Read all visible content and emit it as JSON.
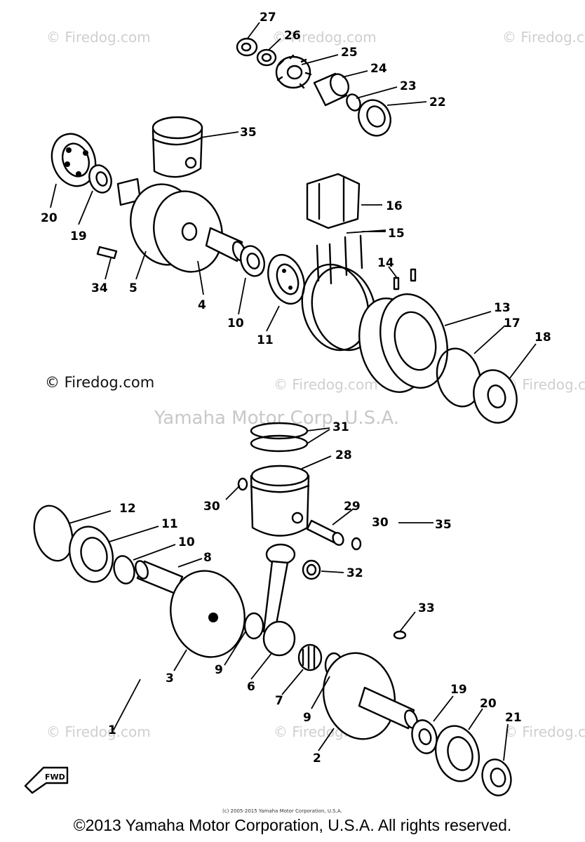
{
  "watermarks": {
    "firedog": "© Firedog.com",
    "firedog_center": "© Firedog.com",
    "yamaha": "Yamaha Motor Corp. U.S.A."
  },
  "labels": {
    "p1": "1",
    "p2": "2",
    "p3": "3",
    "p4": "4",
    "p5": "5",
    "p6": "6",
    "p7": "7",
    "p8": "8",
    "p9a": "9",
    "p9b": "9",
    "p10a": "10",
    "p10b": "10",
    "p11a": "11",
    "p11b": "11",
    "p12": "12",
    "p13": "13",
    "p14": "14",
    "p15": "15",
    "p16": "16",
    "p17": "17",
    "p18": "18",
    "p19a": "19",
    "p19b": "19",
    "p20a": "20",
    "p20b": "20",
    "p21": "21",
    "p22": "22",
    "p23": "23",
    "p24": "24",
    "p25": "25",
    "p26": "26",
    "p27": "27",
    "p28": "28",
    "p29": "29",
    "p30a": "30",
    "p30b": "30",
    "p31": "31",
    "p32": "32",
    "p33": "33",
    "p34": "34",
    "p35a": "35",
    "p35b": "35"
  },
  "fwd": "FWD",
  "small_notice": "(c) 2005-2015 Yamaha Motor Corporation, U.S.A.",
  "copyright": "©2013 Yamaha Motor Corporation, U.S.A. All rights reserved."
}
